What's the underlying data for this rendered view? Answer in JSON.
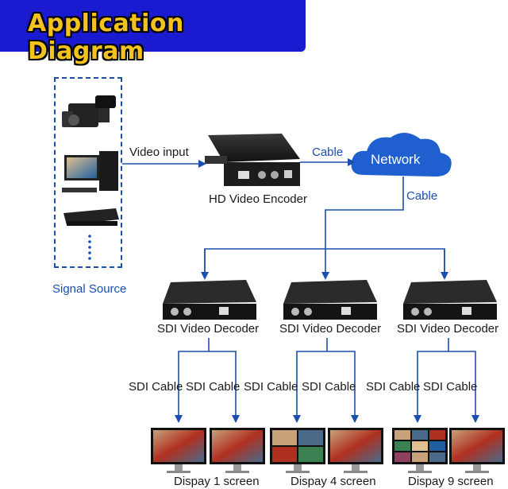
{
  "banner": {
    "title": "Application Diagram"
  },
  "labels": {
    "signal_source": "Signal Source",
    "video_input": "Video input",
    "cable_top": "Cable",
    "network": "Network",
    "cable_down": "Cable",
    "encoder": "HD Video Encoder",
    "decoder": "SDI Video Decoder",
    "sdi_cable": "SDI Cable"
  },
  "displays": [
    "Dispay 1 screen",
    "Dispay 4 screen",
    "Dispay 9 screen"
  ],
  "colors": {
    "accent": "#1a4fb0",
    "banner": "#1a1ad0",
    "banner_text": "#f4c21c",
    "cloud": "#1f5fd0"
  },
  "icons": [
    "camcorder-icon",
    "desktop-pc-icon",
    "dvd-player-icon",
    "video-encoder-device",
    "sdi-decoder-device",
    "monitor-icon",
    "network-cloud-icon"
  ]
}
